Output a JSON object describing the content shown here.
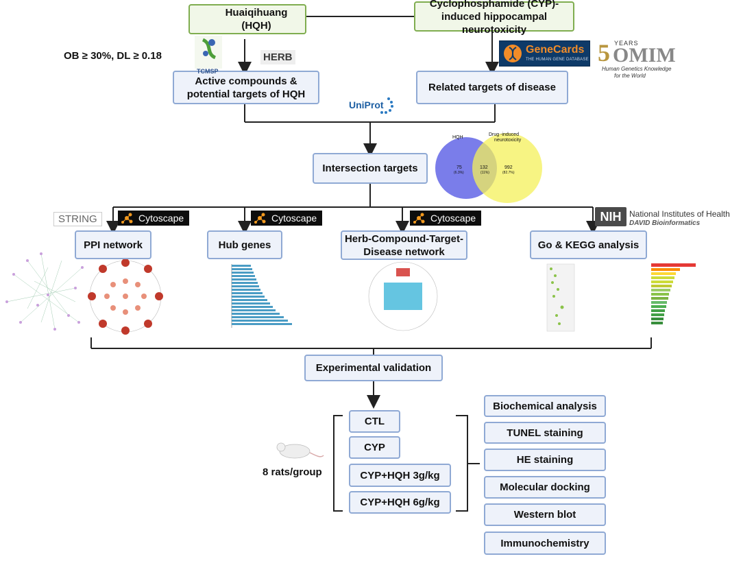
{
  "boxes": {
    "hqh": "Huaiqihuang (HQH)",
    "cyp": "Cyclophosphamide (CYP)-induced hippocampal neurotoxicity",
    "active": "Active compounds & potential targets of HQH",
    "related": "Related targets of disease",
    "intersection": "Intersection targets",
    "ppi": "PPI network",
    "hub": "Hub genes",
    "hctd": "Herb-Compound-Target-Disease network",
    "gokegg": "Go & KEGG analysis",
    "validation": "Experimental validation"
  },
  "filter_text": "OB ≥ 30%, DL ≥ 0.18",
  "logos": {
    "tcmsp": "TCMSP",
    "herb": "HERB",
    "genecards_title": "GeneCards",
    "genecards_sub": "THE HUMAN GENE DATABASE",
    "omim_years": "YEARS",
    "omim_tag1": "Human Genetics Knowledge",
    "omim_tag2": "for the World",
    "uniprot": "UniProt",
    "string": "STRING",
    "cytoscape": "Cytoscape",
    "nih": "NIH",
    "nih_name": "National Institutes of Health",
    "nih_sub": "DAVID Bioinformatics"
  },
  "venn": {
    "left_label": "HQH",
    "right_label_1": "Drug -induced",
    "right_label_2": "neurotoxicity",
    "left_value": "75",
    "left_pct": "(6.3%)",
    "mid_value": "132",
    "mid_pct": "(11%)",
    "right_value": "992",
    "right_pct": "(82.7%)"
  },
  "groups": [
    "CTL",
    "CYP",
    "CYP+HQH 3g/kg",
    "CYP+HQH 6g/kg"
  ],
  "rats_label": "8 rats/group",
  "assays": [
    "Biochemical analysis",
    "TUNEL staining",
    "HE staining",
    "Molecular docking",
    "Western blot",
    "Immunochemistry"
  ],
  "colors": {
    "box_fill": "#eef2fa",
    "box_border": "#8fa9d4",
    "green_fill": "#f1f7e8",
    "green_border": "#7fad4f",
    "venn_left": "#6b6fe8",
    "venn_right": "#f4f05a",
    "cytoscape_orange": "#f39a1f"
  }
}
